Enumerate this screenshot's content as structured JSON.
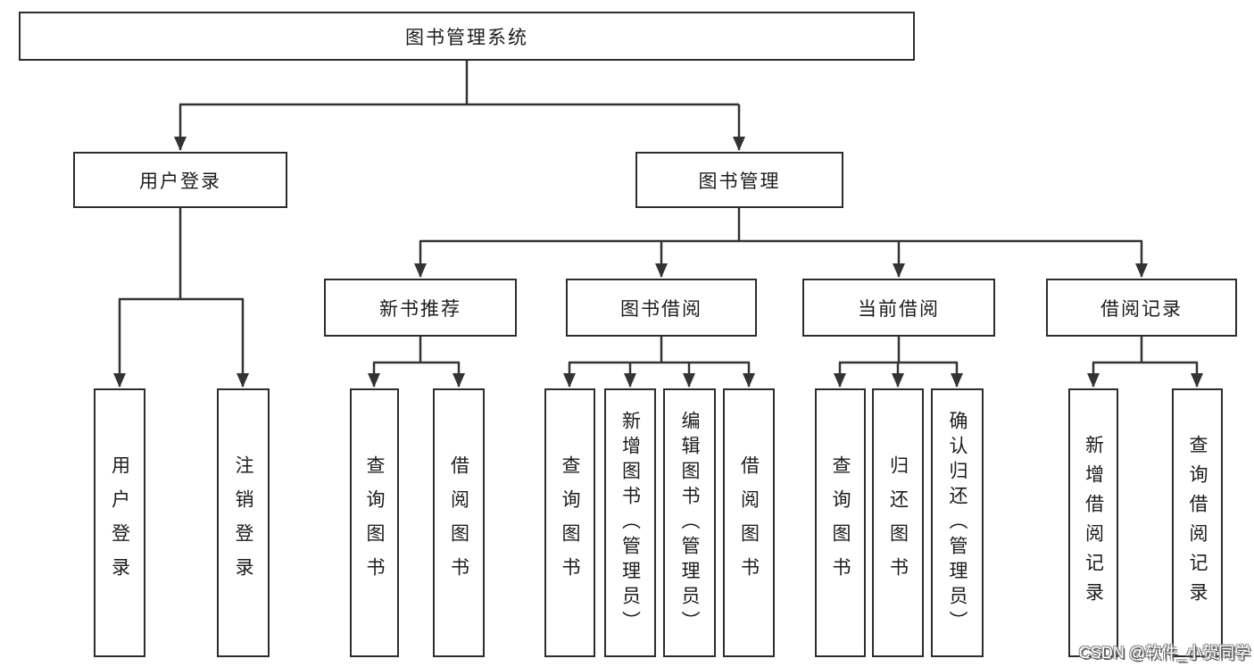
{
  "colors": {
    "line": "#333333",
    "box_border": "#2d2d2d",
    "text": "#1c1c1c",
    "background": "#ffffff",
    "watermark_fill": "#ffffff",
    "watermark_shadow": "#5a5a5a"
  },
  "tree": {
    "root": {
      "label": "图书管理系统"
    },
    "branches": [
      {
        "label": "用户登录",
        "children": [
          {
            "label": "用户登录"
          },
          {
            "label": "注销登录"
          }
        ]
      },
      {
        "label": "图书管理",
        "sections": [
          {
            "label": "新书推荐",
            "children": [
              {
                "label": "查询图书"
              },
              {
                "label": "借阅图书"
              }
            ]
          },
          {
            "label": "图书借阅",
            "children": [
              {
                "label": "查询图书"
              },
              {
                "label": "新增图书（管理员）"
              },
              {
                "label": "编辑图书（管理员）"
              },
              {
                "label": "借阅图书"
              }
            ]
          },
          {
            "label": "当前借阅",
            "children": [
              {
                "label": "查询图书"
              },
              {
                "label": "归还图书"
              },
              {
                "label": "确认归还（管理员）"
              }
            ]
          },
          {
            "label": "借阅记录",
            "children": [
              {
                "label": "新增借阅记录"
              },
              {
                "label": "查询借阅记录"
              }
            ]
          }
        ]
      }
    ]
  },
  "watermark": "CSDN @软件_小贺同学"
}
